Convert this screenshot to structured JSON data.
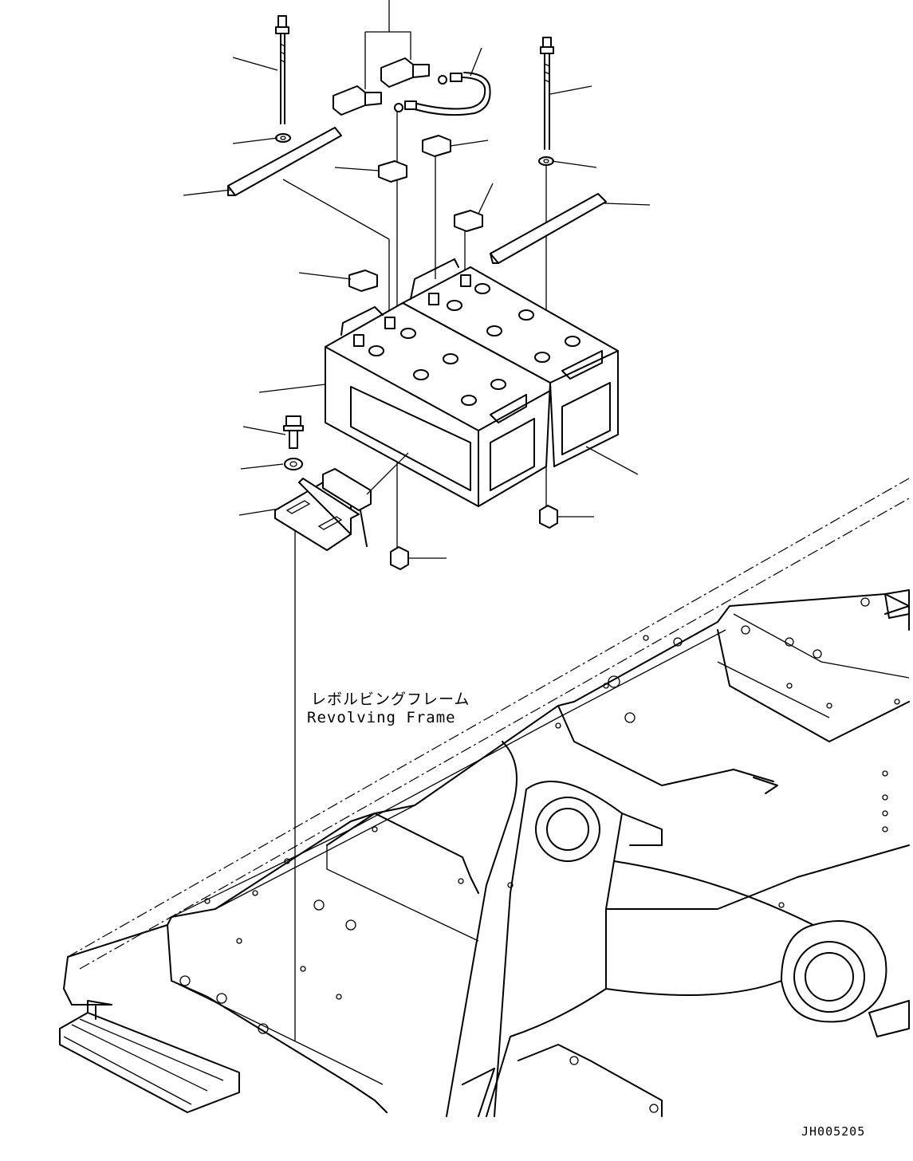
{
  "diagram": {
    "label_jp": "レボルビングフレーム",
    "label_en": "Revolving Frame",
    "drawing_code": "JH005205"
  },
  "parts": [
    {
      "name": "battery-hold-bolt-left-icon"
    },
    {
      "name": "battery-hold-bolt-right-icon"
    },
    {
      "name": "jumper-cable-icon"
    },
    {
      "name": "terminal-cover-icon"
    },
    {
      "name": "battery-clamp-icon"
    },
    {
      "name": "battery-icon"
    },
    {
      "name": "battery-bracket-icon"
    },
    {
      "name": "nut-icon"
    },
    {
      "name": "revolving-frame-icon"
    }
  ]
}
